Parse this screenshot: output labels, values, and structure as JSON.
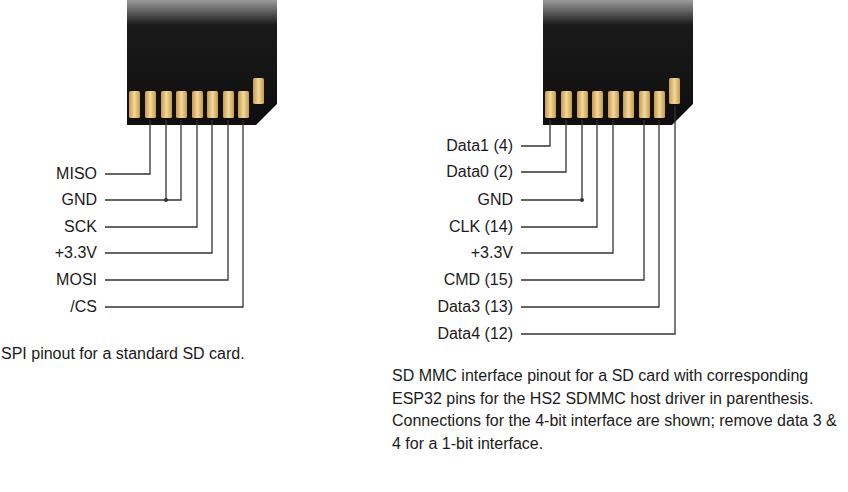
{
  "diagram": {
    "labels": [
      "MISO",
      "GND",
      "SCK",
      "+3.3V",
      "MOSI",
      "/CS",
      "SPI pinout for a standard SD card.",
      "Data1 (4)",
      "Data0 (2)",
      "GND",
      "CLK (14)",
      "+3.3V",
      "CMD (15)",
      "Data3 (13)",
      "Data4 (12)",
      "SD MMC interface pinout for a SD card with corresponding ESP32 pins for the HS2 SDMMC host driver in parenthesis. Connections for the 4-bit interface are shown; remove data 3 & 4 for a 1-bit interface."
    ]
  }
}
